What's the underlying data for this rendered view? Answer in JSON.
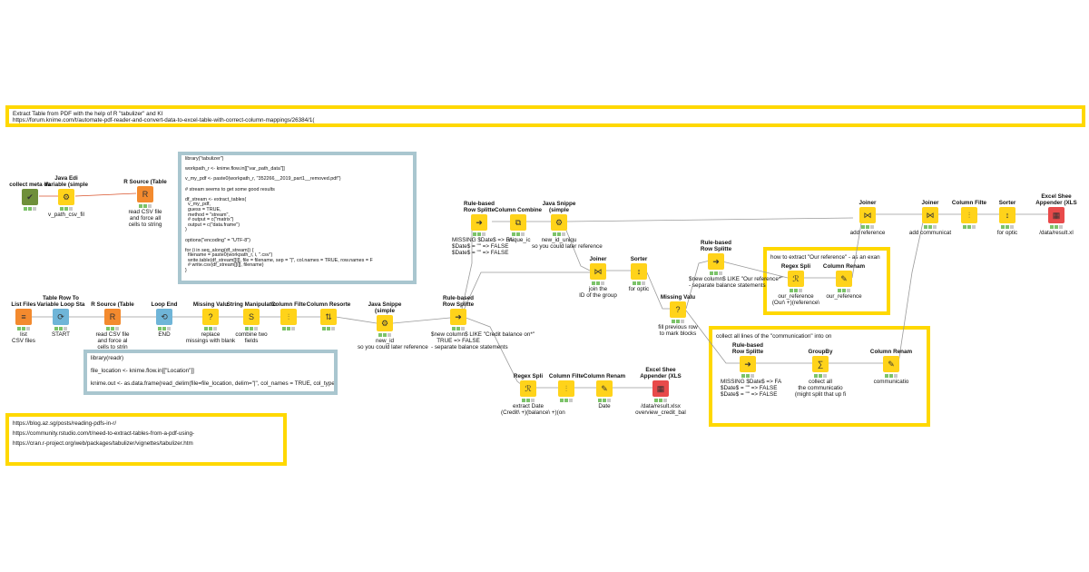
{
  "annotations": {
    "main": "Extract Table from PDF with the help of R \"tabulizer\" and KI\nhttps://forum.knime.com/t/automate-pdf-reader-and-convert-data-to-excel-table-with-correct-column-mappings/26384/1(",
    "tabulizer_code": "library(\"tabulizer\")\n\nworkpath_r <- knime.flow.in[[\"var_path_data\"]]\n\nv_my_pdf <- paste0(workpath_r, \"352266__2019_part1__removed.pdf\")\n\n# stream seems to get some good results\n\ndf_stream <- extract_tables(\n  v_my_pdf,\n  guess = TRUE,\n  method = \"stream\",\n  # output = c(\"matrix\")\n  output = c(\"data.frame\")\n)\n\noptions(\"encoding\" = \"UTF-8\")\n\nfor (i in seq_along(df_stream)) {\n  filename = paste0(workpath_r, i, \".csv\")\n  write.table(df_stream[[i]], file = filename, sep = \"|\", col.names = TRUE, row.names = F\n  # write.csv(df_stream[[i]], filename)\n}",
    "readr_code": "library(readr)\n\nfile_location <- knime.flow.in[[\"Location\"]]\n\nknime.out <- as.data.frame(read_delim(file=file_location, delim=\"|\", col_names = TRUE, col_types = cc",
    "links": "https://blog.az.sg/posts/reading-pdfs-in-r/\nhttps://community.rstudio.com/t/need-to-extract-tables-from-a-pdf-using-\nhttps://cran.r-project.org/web/packages/tabulizer/vignettes/tabulizer.htm",
    "our_reference": "how to extract \"Our reference\" - as an exan",
    "communication": "collect all lines of the \"communication\" into on"
  },
  "nodes": [
    {
      "id": "n_collect",
      "title": "collect meta da",
      "desc": "",
      "color": "#6f8f3a",
      "icon": "check-icon",
      "status": [
        1,
        1,
        0
      ]
    },
    {
      "id": "n_java1",
      "title": "Java Edi\nVariable (simple",
      "desc": "v_path_csv_fil",
      "color": "#ffd31a",
      "icon": "java-icon",
      "status": [
        1,
        1,
        0
      ]
    },
    {
      "id": "n_rsrc1",
      "title": "R Source (Table",
      "desc": "read CSV file\nand force all\ncells to string",
      "color": "#f38a2e",
      "icon": "r-icon",
      "status": [
        1,
        1,
        0
      ]
    },
    {
      "id": "n_listfiles",
      "title": "List Files",
      "desc": "list\nCSV files",
      "color": "#f38a2e",
      "icon": "list-icon",
      "status": [
        1,
        1,
        0
      ]
    },
    {
      "id": "n_loopstart",
      "title": "Table Row To\nVariable Loop Sta",
      "desc": "START",
      "color": "#6fb5d8",
      "icon": "loop-start-icon",
      "status": [
        1,
        1,
        0
      ]
    },
    {
      "id": "n_rsrc2",
      "title": "R Source (Table",
      "desc": "read CSV file\nand force al\ncells to strin",
      "color": "#f38a2e",
      "icon": "r-icon",
      "status": [
        1,
        1,
        0
      ]
    },
    {
      "id": "n_loopend",
      "title": "Loop End",
      "desc": "END",
      "color": "#6fb5d8",
      "icon": "loop-end-icon",
      "status": [
        1,
        1,
        0
      ]
    },
    {
      "id": "n_missing1",
      "title": "Missing Valu",
      "desc": "replace\nmissings with blank",
      "color": "#ffd31a",
      "icon": "question-icon",
      "status": [
        1,
        1,
        0
      ]
    },
    {
      "id": "n_strmanip",
      "title": "String Manipulatic",
      "desc": "combine two\nfields",
      "color": "#ffd31a",
      "icon": "string-icon",
      "status": [
        1,
        1,
        0
      ]
    },
    {
      "id": "n_colfilter1",
      "title": "Column Filte",
      "desc": "",
      "color": "#ffd31a",
      "icon": "filter-icon",
      "status": [
        1,
        1,
        0
      ]
    },
    {
      "id": "n_colresort",
      "title": "Column Resorte",
      "desc": "",
      "color": "#ffd31a",
      "icon": "resort-icon",
      "status": [
        1,
        1,
        0
      ]
    },
    {
      "id": "n_java2",
      "title": "Java Snippe\n(simple",
      "desc": "new_id\nso you could later reference",
      "color": "#ffd31a",
      "icon": "java-icon",
      "status": [
        1,
        1,
        0
      ]
    },
    {
      "id": "n_rulesplit1",
      "title": "Rule-based\nRow Splitte",
      "desc": "$new column$ LIKE \"Credit balance on*\"\nTRUE => FALSE\n- separate balance statements",
      "color": "#ffd31a",
      "icon": "split-icon",
      "status": [
        1,
        1,
        0
      ]
    },
    {
      "id": "n_rulesplit2",
      "title": "Rule-based\nRow Splitte",
      "desc": "MISSING $Date$ => FA\n$Date$ = \"\" => FALSE\n$Date$ = \"\" => FALSE",
      "color": "#ffd31a",
      "icon": "split-icon",
      "status": [
        1,
        1,
        0
      ]
    },
    {
      "id": "n_colcombine",
      "title": "Column Combine",
      "desc": "unique_ic",
      "color": "#ffd31a",
      "icon": "combine-icon",
      "status": [
        1,
        1,
        0
      ]
    },
    {
      "id": "n_java3",
      "title": "Java Snippe\n(simple",
      "desc": "new_id_uniqu\nso you could later reference",
      "color": "#ffd31a",
      "icon": "java-icon",
      "status": [
        1,
        1,
        0
      ]
    },
    {
      "id": "n_joiner1",
      "title": "Joiner",
      "desc": "join the\nID of the group",
      "color": "#ffd31a",
      "icon": "join-icon",
      "status": [
        1,
        1,
        0
      ]
    },
    {
      "id": "n_sorter1",
      "title": "Sorter",
      "desc": "for optic",
      "color": "#ffd31a",
      "icon": "sort-icon",
      "status": [
        1,
        1,
        0
      ]
    },
    {
      "id": "n_missing2",
      "title": "Missing Valu",
      "desc": "fill previous row\nto mark blocks",
      "color": "#ffd31a",
      "icon": "question-icon",
      "status": [
        1,
        1,
        0
      ]
    },
    {
      "id": "n_rulesplit3",
      "title": "Rule-based\nRow Splitte",
      "desc": "$new column$ LIKE \"Our reference*\"\n- separate balance statements",
      "color": "#ffd31a",
      "icon": "split-icon",
      "status": [
        1,
        1,
        0
      ]
    },
    {
      "id": "n_regex1",
      "title": "Regex Spli",
      "desc": "our_reference\n(Our\\ +)(reference\\",
      "color": "#ffd31a",
      "icon": "regex-icon",
      "status": [
        1,
        1,
        0
      ]
    },
    {
      "id": "n_colrename1",
      "title": "Column Renam",
      "desc": "our_reference",
      "color": "#ffd31a",
      "icon": "rename-icon",
      "status": [
        1,
        1,
        0
      ]
    },
    {
      "id": "n_joiner2",
      "title": "Joiner",
      "desc": "add reference",
      "color": "#ffd31a",
      "icon": "join-icon",
      "status": [
        1,
        1,
        0
      ]
    },
    {
      "id": "n_joiner3",
      "title": "Joiner",
      "desc": "add communicat",
      "color": "#ffd31a",
      "icon": "join-icon",
      "status": [
        1,
        1,
        0
      ]
    },
    {
      "id": "n_colfilter2",
      "title": "Column Filte",
      "desc": "",
      "color": "#ffd31a",
      "icon": "filter-icon",
      "status": [
        1,
        1,
        0
      ]
    },
    {
      "id": "n_sorter2",
      "title": "Sorter",
      "desc": "for optic",
      "color": "#ffd31a",
      "icon": "sort-icon",
      "status": [
        1,
        1,
        0
      ]
    },
    {
      "id": "n_excel1",
      "title": "Excel Shee\nAppender (XLS",
      "desc": "/data/result.xl",
      "color": "#e84a4a",
      "icon": "excel-icon",
      "status": [
        1,
        1,
        0
      ]
    },
    {
      "id": "n_regex2",
      "title": "Regex Spli",
      "desc": "extract Date\n(Credit\\ +)(balance\\ +)(on",
      "color": "#ffd31a",
      "icon": "regex-icon",
      "status": [
        1,
        1,
        0
      ]
    },
    {
      "id": "n_colfilter3",
      "title": "Column Filte",
      "desc": "",
      "color": "#ffd31a",
      "icon": "filter-icon",
      "status": [
        1,
        1,
        0
      ]
    },
    {
      "id": "n_colrename2",
      "title": "Column Renam",
      "desc": "Date",
      "color": "#ffd31a",
      "icon": "rename-icon",
      "status": [
        1,
        1,
        0
      ]
    },
    {
      "id": "n_excel2",
      "title": "Excel Shee\nAppender (XLS",
      "desc": "/data/result.xlsx\noverview_credit_bal",
      "color": "#e84a4a",
      "icon": "excel-icon",
      "status": [
        1,
        1,
        0
      ]
    },
    {
      "id": "n_rulesplit4",
      "title": "Rule-based\nRow Splitte",
      "desc": "MISSING $Date$ => FA\n$Date$ = \"\" => FALSE\n$Date$ = \"\" => FALSE",
      "color": "#ffd31a",
      "icon": "split-icon",
      "status": [
        1,
        1,
        0
      ]
    },
    {
      "id": "n_groupby",
      "title": "GroupBy",
      "desc": "collect all\nthe communicatio\n(might split that up fi",
      "color": "#ffd31a",
      "icon": "groupby-icon",
      "status": [
        1,
        1,
        0
      ]
    },
    {
      "id": "n_colrename3",
      "title": "Column Renam",
      "desc": "communicatio",
      "color": "#ffd31a",
      "icon": "rename-icon",
      "status": [
        1,
        1,
        0
      ]
    }
  ]
}
